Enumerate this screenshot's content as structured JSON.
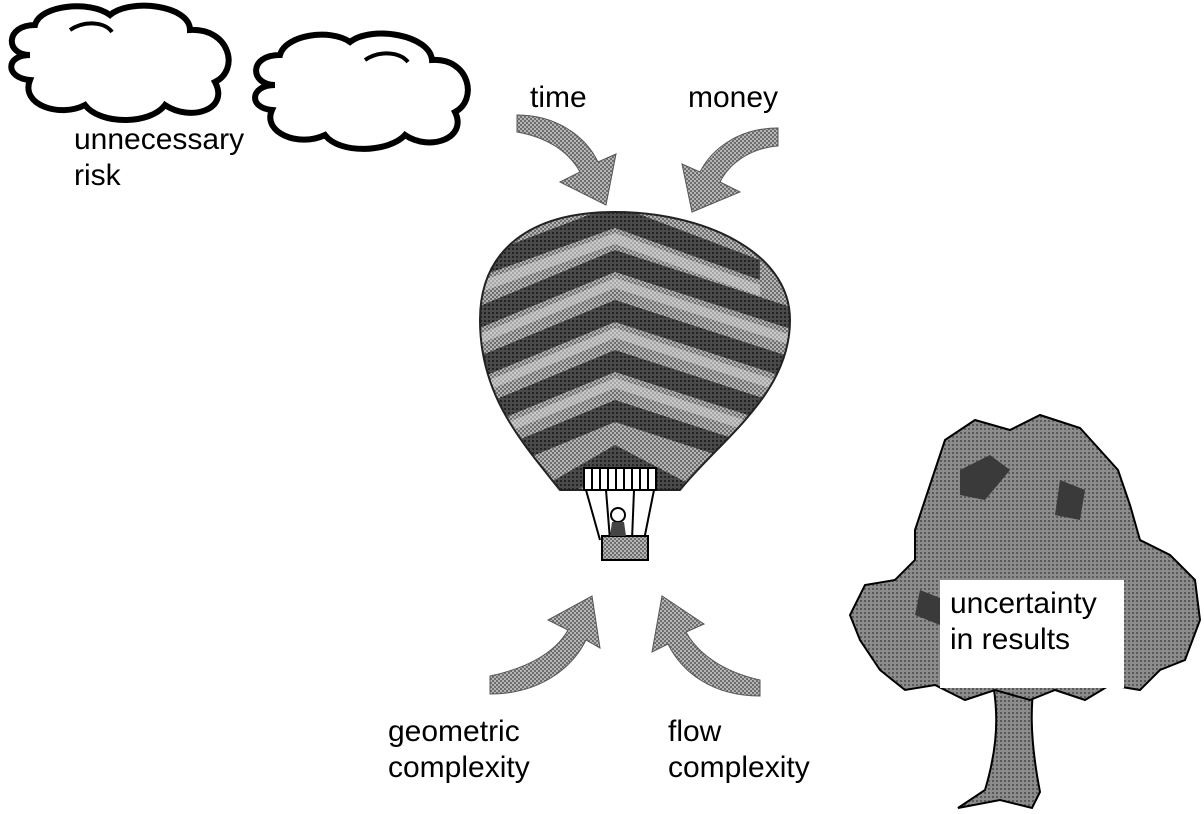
{
  "labels": {
    "risk": [
      "unnecessary",
      "risk"
    ],
    "time": "time",
    "money": "money",
    "geometric": [
      "geometric",
      "complexity"
    ],
    "flow": [
      "flow",
      "complexity"
    ],
    "uncertainty": [
      "uncertainty",
      "in results"
    ]
  },
  "colors": {
    "ink": "#000000",
    "shade": "#9a9a9a",
    "dark": "#3a3a3a",
    "light": "#c8c8c8",
    "paper": "#ffffff"
  },
  "icons": [
    "cloud-icon",
    "hot-air-balloon-icon",
    "curved-arrow-icon",
    "tree-icon"
  ]
}
